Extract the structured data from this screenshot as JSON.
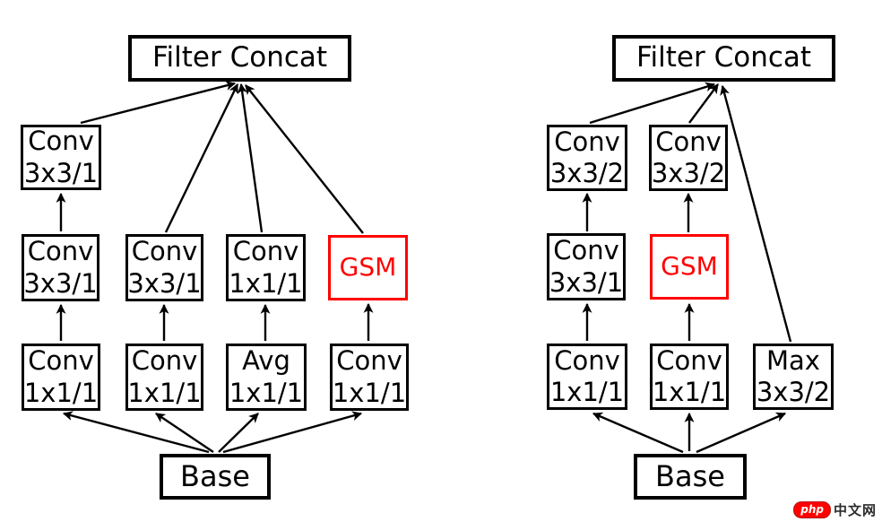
{
  "palette": {
    "line": "#000000",
    "accent_red": "#ff0000",
    "background": "#ffffff"
  },
  "left_diagram": {
    "filter_concat": "Filter Concat",
    "base": "Base",
    "gsm": "GSM",
    "row1": [
      {
        "line1": "Conv",
        "line2": "3x3/1"
      }
    ],
    "row2": [
      {
        "line1": "Conv",
        "line2": "3x3/1"
      },
      {
        "line1": "Conv",
        "line2": "3x3/1"
      },
      {
        "line1": "Conv",
        "line2": "1x1/1"
      }
    ],
    "row3": [
      {
        "line1": "Conv",
        "line2": "1x1/1"
      },
      {
        "line1": "Conv",
        "line2": "1x1/1"
      },
      {
        "line1": "Avg",
        "line2": "1x1/1"
      },
      {
        "line1": "Conv",
        "line2": "1x1/1"
      }
    ]
  },
  "right_diagram": {
    "filter_concat": "Filter Concat",
    "base": "Base",
    "gsm": "GSM",
    "row1": [
      {
        "line1": "Conv",
        "line2": "3x3/2"
      },
      {
        "line1": "Conv",
        "line2": "3x3/2"
      }
    ],
    "row2": [
      {
        "line1": "Conv",
        "line2": "3x3/1"
      }
    ],
    "row3": [
      {
        "line1": "Conv",
        "line2": "1x1/1"
      },
      {
        "line1": "Conv",
        "line2": "1x1/1"
      },
      {
        "line1": "Max",
        "line2": "3x3/2"
      }
    ]
  },
  "watermark": {
    "logo": "php",
    "text": "中文网"
  }
}
